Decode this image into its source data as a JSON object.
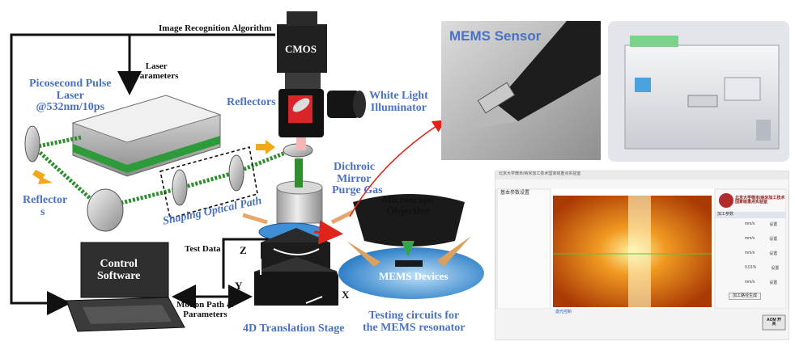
{
  "labels": {
    "image_recognition": "Image Recognition Algorithm",
    "laser_parameters_1": "Laser",
    "laser_parameters_2": "Parameters",
    "cmos": "CMOS",
    "reflectors": "Reflectors",
    "white_light_1": "White Light",
    "white_light_2": "Illuminator",
    "picosecond_1": "Picosecond Pulse",
    "picosecond_2": "Laser",
    "picosecond_3": "@532nm/10ps",
    "reflector_1": "Reflector",
    "reflector_2": "s",
    "shaping": "Shaping Optical Path",
    "dichroic_1": "Dichroic",
    "dichroic_2": "Mirror",
    "dichroic_3": "Purge Gas",
    "microscope_1": "Microscope",
    "microscope_2": "Objective",
    "mems_devices": "MEMS Devices",
    "test_data": "Test Data",
    "axis_z": "Z",
    "axis_y": "Y",
    "axis_x": "X",
    "control_1": "Control",
    "control_2": "Software",
    "motion_1": "Motion Path &",
    "motion_2": "Parameters",
    "stage": "4D Translation Stage",
    "testing_1": "Testing circuits for",
    "testing_2": "the MEMS resonator",
    "mems_sensor": "MEMS Sensor"
  },
  "colors": {
    "label_blue": "#4a72c4",
    "beam_green": "#2f8f2f",
    "laser_stripe": "#2e9b3a",
    "arrow_orange": "#f2a81e",
    "stage_blue": "#3f8fd6",
    "red_link": "#e0241b"
  },
  "software_screenshot": {
    "window_title": "北京大学微米/纳米加工技术国家级重点实验室",
    "left_header": "基本参数设置",
    "right_header": "北京大学微米/纳米加工技术国家级重点实验室",
    "right_section": "加工参数",
    "param_units": [
      "mm/s",
      "mm/s",
      "mm/s",
      "0.01%",
      "mm/s"
    ],
    "param_buttons": [
      "设置",
      "设置",
      "设置",
      "设置",
      "设置"
    ],
    "main_button": "加工路径生成",
    "bottom_left_header": "激光控制",
    "bottom_right_button": "AOM 开关"
  }
}
